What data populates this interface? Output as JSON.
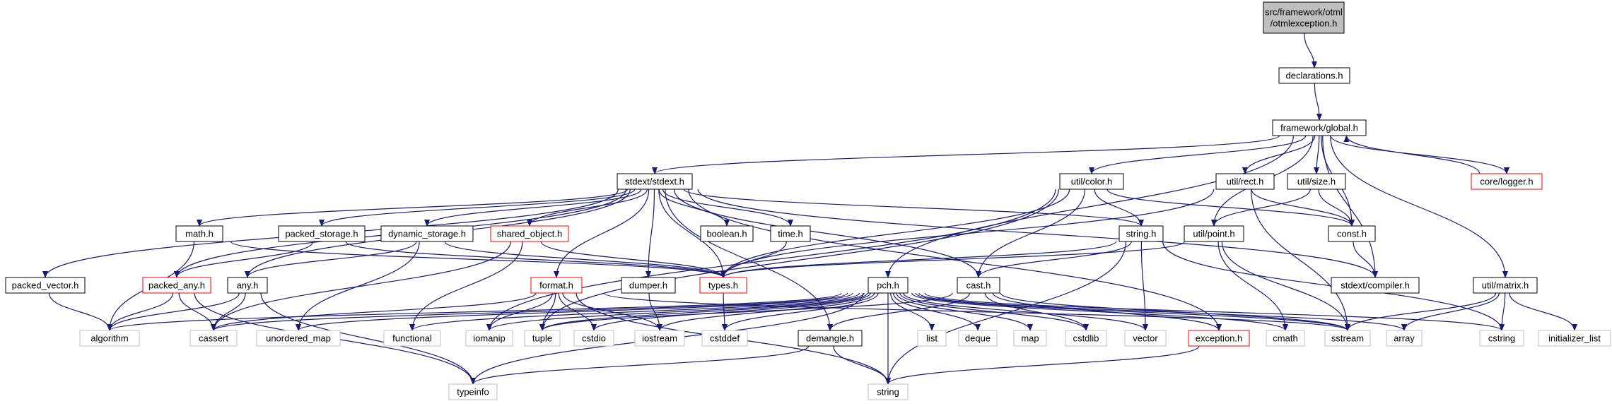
{
  "diagram": {
    "nodes": [
      {
        "id": "root",
        "label": "src/framework/otml\n/otmlexception.h",
        "style": "root"
      },
      {
        "id": "declarations",
        "label": "declarations.h",
        "style": "normal"
      },
      {
        "id": "global",
        "label": "framework/global.h",
        "style": "normal"
      },
      {
        "id": "stdext",
        "label": "stdext/stdext.h",
        "style": "normal"
      },
      {
        "id": "color",
        "label": "util/color.h",
        "style": "normal"
      },
      {
        "id": "rect",
        "label": "util/rect.h",
        "style": "normal"
      },
      {
        "id": "size",
        "label": "util/size.h",
        "style": "normal"
      },
      {
        "id": "logger",
        "label": "core/logger.h",
        "style": "red"
      },
      {
        "id": "math",
        "label": "math.h",
        "style": "normal"
      },
      {
        "id": "packed_storage",
        "label": "packed_storage.h",
        "style": "normal"
      },
      {
        "id": "dynamic_storage",
        "label": "dynamic_storage.h",
        "style": "normal"
      },
      {
        "id": "shared_object",
        "label": "shared_object.h",
        "style": "red"
      },
      {
        "id": "boolean",
        "label": "boolean.h",
        "style": "normal"
      },
      {
        "id": "time",
        "label": "time.h",
        "style": "normal"
      },
      {
        "id": "stringh",
        "label": "string.h",
        "style": "normal"
      },
      {
        "id": "point",
        "label": "util/point.h",
        "style": "normal"
      },
      {
        "id": "consth",
        "label": "const.h",
        "style": "normal"
      },
      {
        "id": "packed_vector",
        "label": "packed_vector.h",
        "style": "normal"
      },
      {
        "id": "packed_any",
        "label": "packed_any.h",
        "style": "red"
      },
      {
        "id": "anyh",
        "label": "any.h",
        "style": "normal"
      },
      {
        "id": "format",
        "label": "format.h",
        "style": "red"
      },
      {
        "id": "dumper",
        "label": "dumper.h",
        "style": "normal"
      },
      {
        "id": "types",
        "label": "types.h",
        "style": "red"
      },
      {
        "id": "pch",
        "label": "pch.h",
        "style": "normal"
      },
      {
        "id": "cast",
        "label": "cast.h",
        "style": "normal"
      },
      {
        "id": "compiler",
        "label": "stdext/compiler.h",
        "style": "normal"
      },
      {
        "id": "matrix",
        "label": "util/matrix.h",
        "style": "normal"
      },
      {
        "id": "algorithm",
        "label": "algorithm",
        "style": "grey"
      },
      {
        "id": "cassert",
        "label": "cassert",
        "style": "grey"
      },
      {
        "id": "unordered_map",
        "label": "unordered_map",
        "style": "grey"
      },
      {
        "id": "functional",
        "label": "functional",
        "style": "grey"
      },
      {
        "id": "iomanip",
        "label": "iomanip",
        "style": "grey"
      },
      {
        "id": "tuple",
        "label": "tuple",
        "style": "grey"
      },
      {
        "id": "cstdio",
        "label": "cstdio",
        "style": "grey"
      },
      {
        "id": "iostream",
        "label": "iostream",
        "style": "grey"
      },
      {
        "id": "cstddef",
        "label": "cstddef",
        "style": "grey"
      },
      {
        "id": "demangle",
        "label": "demangle.h",
        "style": "normal"
      },
      {
        "id": "list",
        "label": "list",
        "style": "grey"
      },
      {
        "id": "deque",
        "label": "deque",
        "style": "grey"
      },
      {
        "id": "map",
        "label": "map",
        "style": "grey"
      },
      {
        "id": "cstdlib",
        "label": "cstdlib",
        "style": "grey"
      },
      {
        "id": "vector",
        "label": "vector",
        "style": "grey"
      },
      {
        "id": "exception",
        "label": "exception.h",
        "style": "red"
      },
      {
        "id": "cmath",
        "label": "cmath",
        "style": "grey"
      },
      {
        "id": "sstream",
        "label": "sstream",
        "style": "grey"
      },
      {
        "id": "array",
        "label": "array",
        "style": "grey"
      },
      {
        "id": "cstring",
        "label": "cstring",
        "style": "grey"
      },
      {
        "id": "initializer_list",
        "label": "initializer_list",
        "style": "grey"
      },
      {
        "id": "typeinfo",
        "label": "typeinfo",
        "style": "grey"
      },
      {
        "id": "string",
        "label": "string",
        "style": "grey"
      }
    ],
    "edges": [
      [
        "root",
        "declarations"
      ],
      [
        "declarations",
        "global"
      ],
      [
        "global",
        "stdext"
      ],
      [
        "global",
        "color"
      ],
      [
        "global",
        "rect"
      ],
      [
        "global",
        "size"
      ],
      [
        "global",
        "logger"
      ],
      [
        "global",
        "pch"
      ],
      [
        "global",
        "point"
      ],
      [
        "global",
        "consth"
      ],
      [
        "global",
        "compiler"
      ],
      [
        "global",
        "matrix"
      ],
      [
        "logger",
        "global"
      ],
      [
        "stdext",
        "math"
      ],
      [
        "stdext",
        "packed_storage"
      ],
      [
        "stdext",
        "dynamic_storage"
      ],
      [
        "stdext",
        "shared_object"
      ],
      [
        "stdext",
        "boolean"
      ],
      [
        "stdext",
        "time"
      ],
      [
        "stdext",
        "stringh"
      ],
      [
        "stdext",
        "packed_vector"
      ],
      [
        "stdext",
        "packed_any"
      ],
      [
        "stdext",
        "anyh"
      ],
      [
        "stdext",
        "format"
      ],
      [
        "stdext",
        "dumper"
      ],
      [
        "stdext",
        "types"
      ],
      [
        "stdext",
        "cast"
      ],
      [
        "stdext",
        "demangle"
      ],
      [
        "stdext",
        "exception"
      ],
      [
        "stdext",
        "compiler"
      ],
      [
        "color",
        "types"
      ],
      [
        "color",
        "stringh"
      ],
      [
        "color",
        "cast"
      ],
      [
        "color",
        "consth"
      ],
      [
        "color",
        "tuple"
      ],
      [
        "color",
        "iomanip"
      ],
      [
        "rect",
        "types"
      ],
      [
        "rect",
        "consth"
      ],
      [
        "rect",
        "sstream"
      ],
      [
        "size",
        "point"
      ],
      [
        "size",
        "consth"
      ],
      [
        "math",
        "types"
      ],
      [
        "math",
        "algorithm"
      ],
      [
        "packed_storage",
        "types"
      ],
      [
        "packed_storage",
        "packed_any"
      ],
      [
        "dynamic_storage",
        "types"
      ],
      [
        "dynamic_storage",
        "anyh"
      ],
      [
        "dynamic_storage",
        "unordered_map"
      ],
      [
        "shared_object",
        "types"
      ],
      [
        "shared_object",
        "cassert"
      ],
      [
        "shared_object",
        "functional"
      ],
      [
        "time",
        "types"
      ],
      [
        "stringh",
        "types"
      ],
      [
        "stringh",
        "cast"
      ],
      [
        "stringh",
        "vector"
      ],
      [
        "stringh",
        "string"
      ],
      [
        "stringh",
        "cstring"
      ],
      [
        "point",
        "types"
      ],
      [
        "point",
        "sstream"
      ],
      [
        "point",
        "cmath"
      ],
      [
        "consth",
        "compiler"
      ],
      [
        "packed_vector",
        "algorithm"
      ],
      [
        "packed_any",
        "algorithm"
      ],
      [
        "packed_any",
        "cassert"
      ],
      [
        "packed_any",
        "typeinfo"
      ],
      [
        "anyh",
        "algorithm"
      ],
      [
        "anyh",
        "cassert"
      ],
      [
        "anyh",
        "typeinfo"
      ],
      [
        "format",
        "iomanip"
      ],
      [
        "format",
        "tuple"
      ],
      [
        "format",
        "cstdio"
      ],
      [
        "format",
        "iostream"
      ],
      [
        "format",
        "sstream"
      ],
      [
        "format",
        "cassert"
      ],
      [
        "format",
        "string"
      ],
      [
        "dumper",
        "iostream"
      ],
      [
        "types",
        "cstddef"
      ],
      [
        "pch",
        "algorithm"
      ],
      [
        "pch",
        "cassert"
      ],
      [
        "pch",
        "unordered_map"
      ],
      [
        "pch",
        "functional"
      ],
      [
        "pch",
        "iomanip"
      ],
      [
        "pch",
        "tuple"
      ],
      [
        "pch",
        "cstdio"
      ],
      [
        "pch",
        "iostream"
      ],
      [
        "pch",
        "cstddef"
      ],
      [
        "pch",
        "list"
      ],
      [
        "pch",
        "deque"
      ],
      [
        "pch",
        "map"
      ],
      [
        "pch",
        "cstdlib"
      ],
      [
        "pch",
        "vector"
      ],
      [
        "pch",
        "cmath"
      ],
      [
        "pch",
        "sstream"
      ],
      [
        "pch",
        "array"
      ],
      [
        "pch",
        "cstring"
      ],
      [
        "pch",
        "string"
      ],
      [
        "pch",
        "typeinfo"
      ],
      [
        "cast",
        "demangle"
      ],
      [
        "cast",
        "cstdlib"
      ],
      [
        "cast",
        "exception"
      ],
      [
        "cast",
        "sstream"
      ],
      [
        "cast",
        "tuple"
      ],
      [
        "demangle",
        "string"
      ],
      [
        "demangle",
        "typeinfo"
      ],
      [
        "exception",
        "string"
      ],
      [
        "matrix",
        "sstream"
      ],
      [
        "matrix",
        "array"
      ],
      [
        "matrix",
        "cstring"
      ],
      [
        "matrix",
        "initializer_list"
      ]
    ]
  }
}
